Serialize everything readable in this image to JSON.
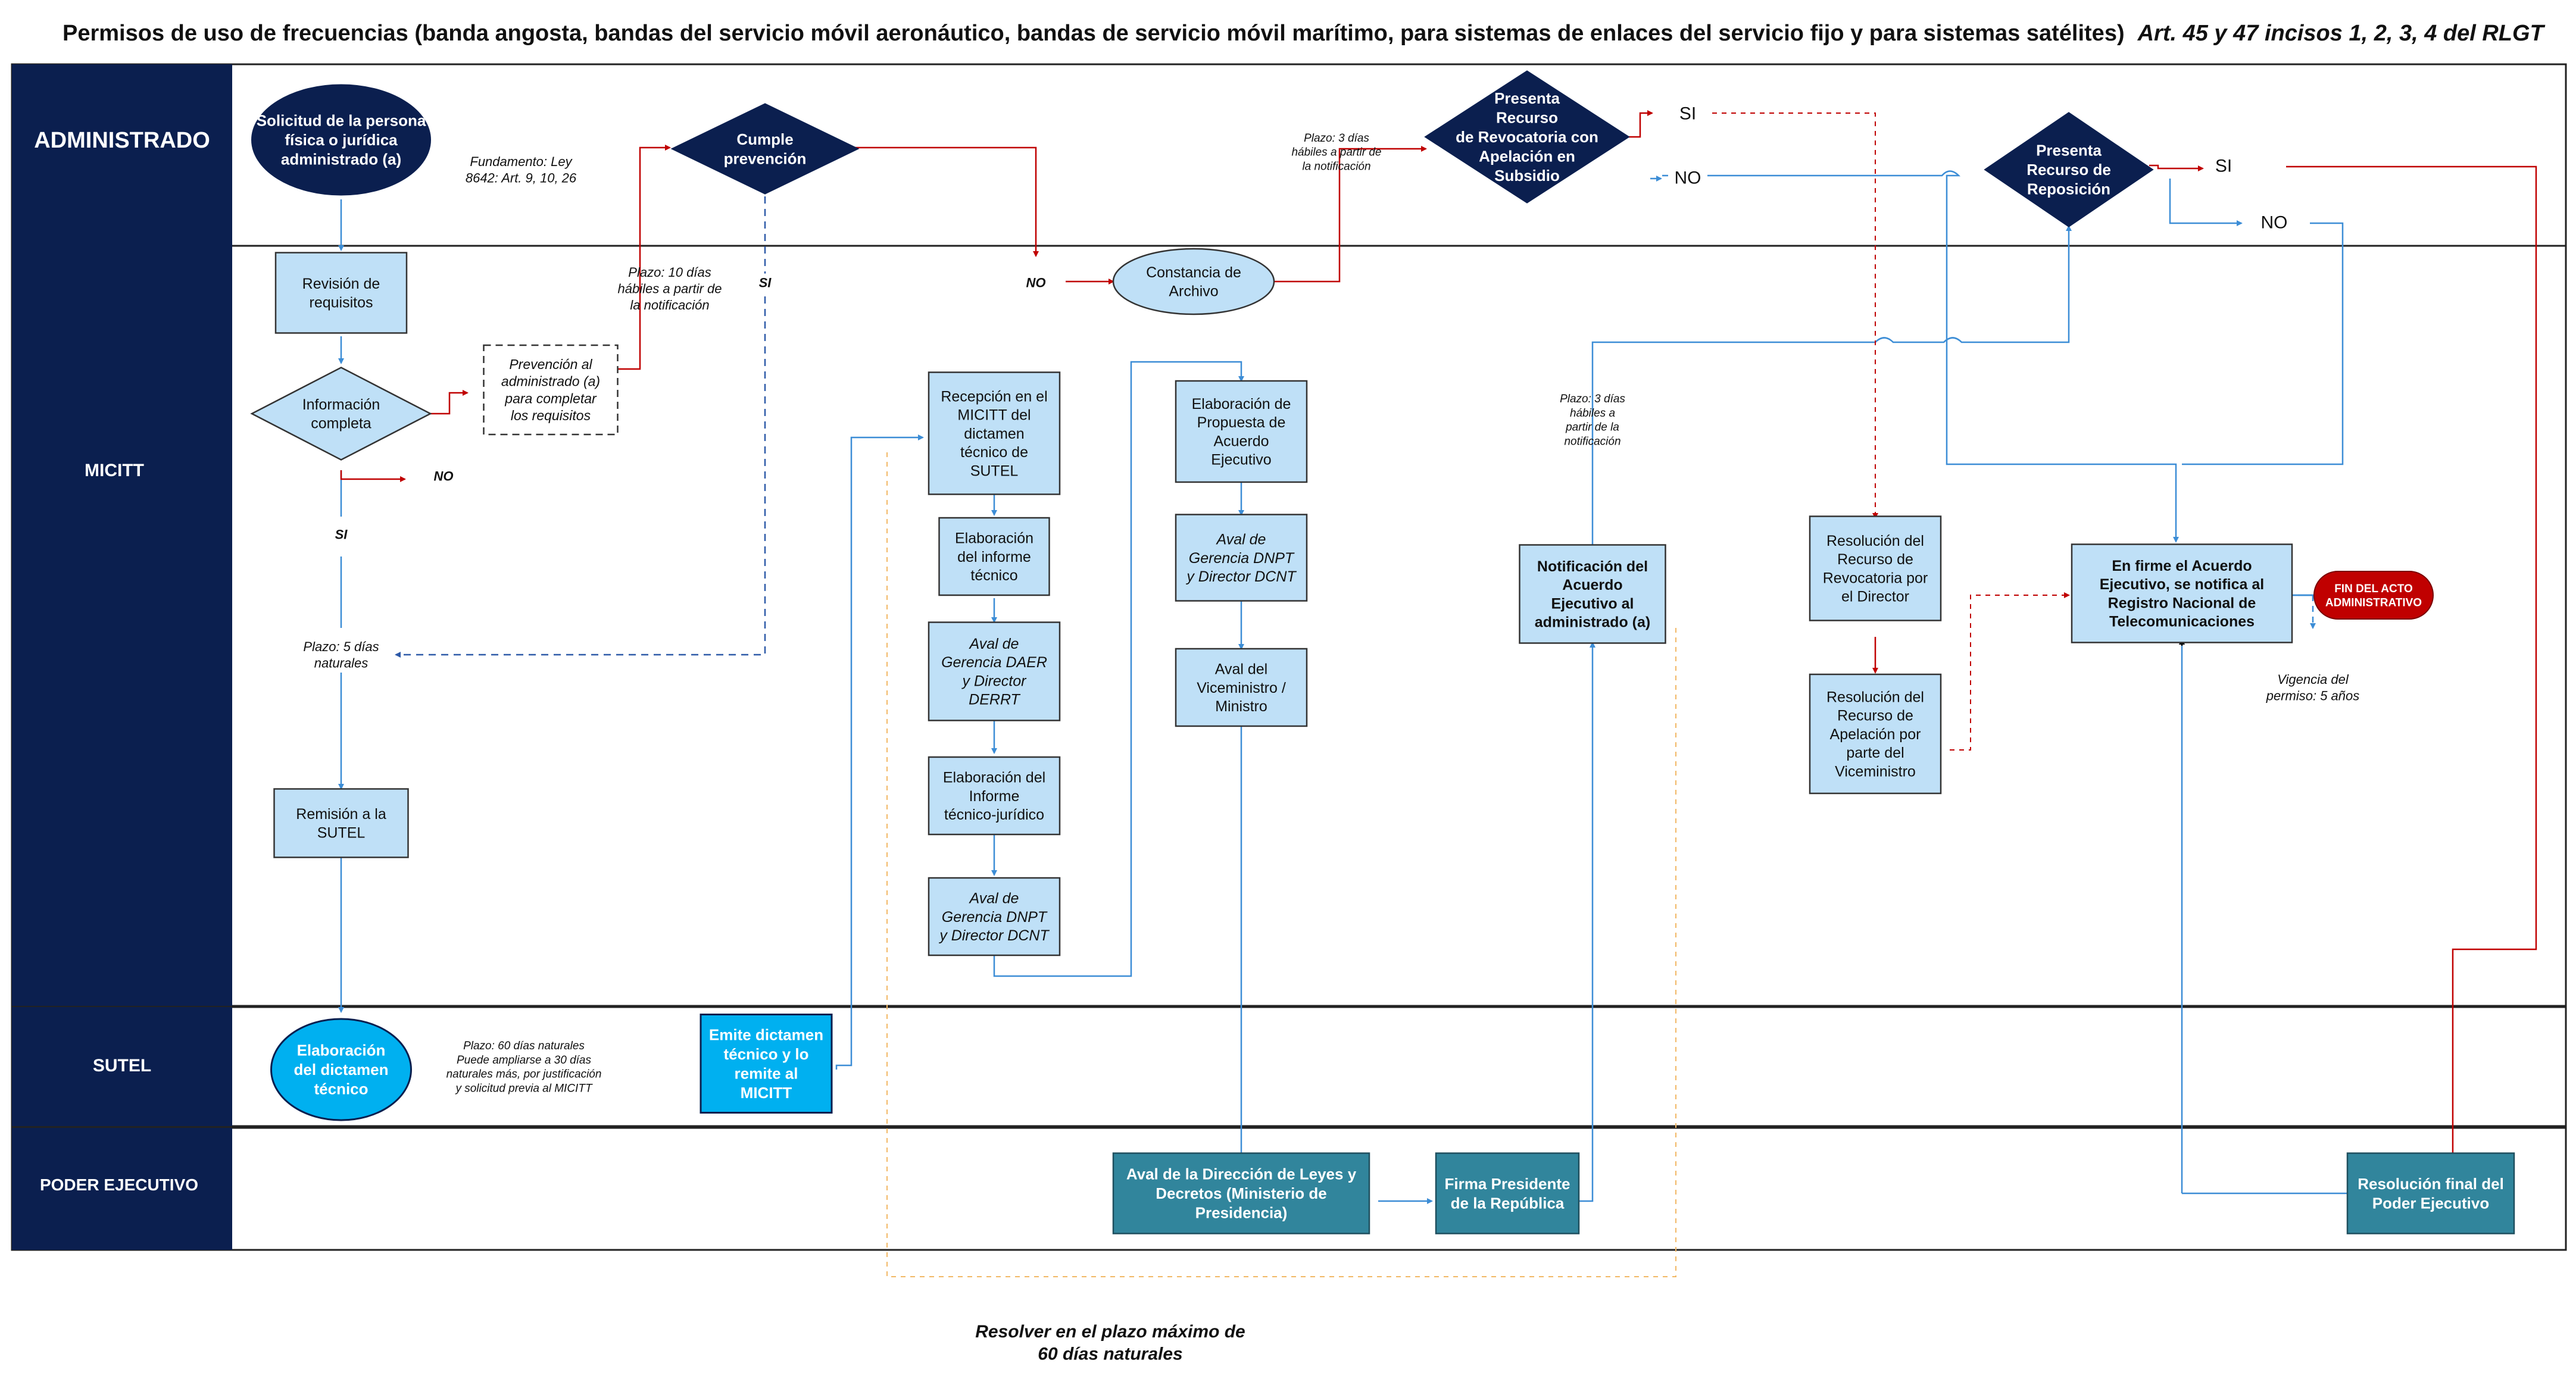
{
  "title": {
    "main": "Permisos de uso de frecuencias (banda angosta, bandas del servicio móvil aeronáutico, bandas de servicio móvil marítimo, para sistemas de enlaces del servicio fijo y para sistemas satélites)",
    "ref": "Art. 45 y 47 incisos 1, 2, 3, 4 del RLGT"
  },
  "lanes": {
    "administrado": "ADMINISTRADO",
    "micitt": "MICITT",
    "sutel": "SUTEL",
    "poder": "PODER EJECUTIVO"
  },
  "nodes": {
    "solicitud": [
      "Solicitud de la persona",
      "física o jurídica",
      "administrado (a)"
    ],
    "cumple": [
      "Cumple",
      "prevención"
    ],
    "revocatoria_dec": [
      "Presenta",
      "Recurso",
      "de Revocatoria con",
      "Apelación en",
      "Subsidio"
    ],
    "reposicion_dec": [
      "Presenta",
      "Recurso de",
      "Reposición"
    ],
    "revision": [
      "Revisión de",
      "requisitos"
    ],
    "info_completa": [
      "Información",
      "completa"
    ],
    "prevencion": [
      "Prevención al",
      "administrado (a)",
      "para completar",
      "los requisitos"
    ],
    "constancia": [
      "Constancia de",
      "Archivo"
    ],
    "recepcion": [
      "Recepción en el",
      "MICITT del",
      "dictamen",
      "técnico de",
      "SUTEL"
    ],
    "informe_tecnico": [
      "Elaboración",
      "del informe",
      "técnico"
    ],
    "aval_daer": [
      "Aval de",
      "Gerencia DAER",
      "y Director",
      "DERRT"
    ],
    "informe_juridico": [
      "Elaboración del",
      "Informe",
      "técnico-jurídico"
    ],
    "aval_dnpt1": [
      "Aval de",
      "Gerencia DNPT",
      "y Director DCNT"
    ],
    "propuesta": [
      "Elaboración de",
      "Propuesta de",
      "Acuerdo",
      "Ejecutivo"
    ],
    "aval_dnpt2": [
      "Aval de",
      "Gerencia DNPT",
      "y Director DCNT"
    ],
    "aval_vice": [
      "Aval del",
      "Viceministro /",
      "Ministro"
    ],
    "notificacion": [
      "Notificación del",
      "Acuerdo",
      "Ejecutivo al",
      "administrado (a)"
    ],
    "res_revocatoria": [
      "Resolución del",
      "Recurso de",
      "Revocatoria por",
      "el Director"
    ],
    "res_apelacion": [
      "Resolución del",
      "Recurso de",
      "Apelación por",
      "parte del",
      "Viceministro"
    ],
    "en_firme": [
      "En firme el Acuerdo",
      "Ejecutivo, se notifica al",
      "Registro Nacional de",
      "Telecomunicaciones"
    ],
    "fin": [
      "FIN DEL ACTO",
      "ADMINISTRATIVO"
    ],
    "remision": [
      "Remisión a la",
      "SUTEL"
    ],
    "elab_dictamen": [
      "Elaboración",
      "del dictamen",
      "técnico"
    ],
    "emite_dictamen": [
      "Emite dictamen",
      "técnico y lo",
      "remite al",
      "MICITT"
    ],
    "aval_leyes": [
      "Aval de la Dirección de Leyes y",
      "Decretos (Ministerio de",
      "Presidencia)"
    ],
    "firma": [
      "Firma Presidente",
      "de la República"
    ],
    "res_final": [
      "Resolución final del",
      "Poder Ejecutivo"
    ]
  },
  "labels": {
    "si": "SI",
    "no": "NO",
    "fundamento": [
      "Fundamento: Ley",
      "8642: Art. 9, 10, 26"
    ],
    "plazo_10": [
      "Plazo: 10 días",
      "hábiles a partir de",
      "la notificación"
    ],
    "plazo_3_top": [
      "Plazo: 3 días",
      "hábiles a partir de",
      "la notificación"
    ],
    "plazo_3_mid": [
      "Plazo: 3 días",
      "hábiles a",
      "partir de la",
      "notificación"
    ],
    "plazo_5": [
      "Plazo: 5 días",
      "naturales"
    ],
    "plazo_60": [
      "Plazo: 60 días naturales",
      "Puede ampliarse a 30 días",
      "naturales más, por justificación",
      "y solicitud previa al MICITT"
    ],
    "vigencia": [
      "Vigencia del",
      "permiso: 5 años"
    ],
    "resolver": [
      "Resolver en el plazo máximo de",
      "60 días naturales"
    ]
  },
  "colors": {
    "lane_header": "#0b1f4f",
    "dark_node": "#0b1f4f",
    "light_node": "#bfe0f7",
    "sutel_node": "#00b0f0",
    "teal_node": "#31859c",
    "fin_node": "#c00000",
    "blue_line": "#3c8dd6",
    "red_line": "#c00000",
    "dash_dark": "#2e5aa8",
    "dash_orange": "#f2b866"
  }
}
